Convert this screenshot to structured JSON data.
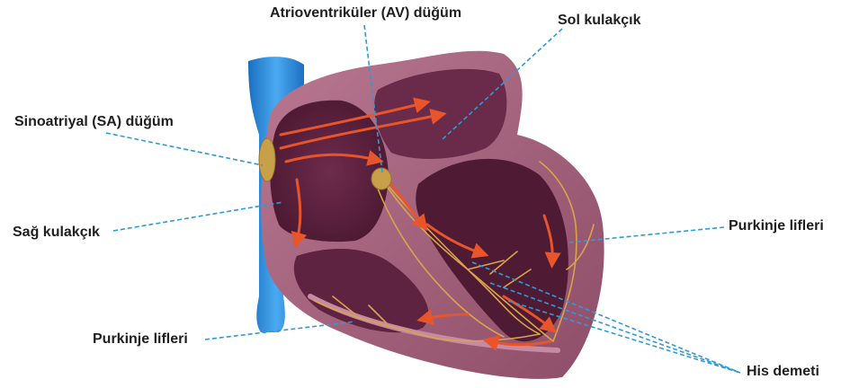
{
  "labels": {
    "av_node": "Atrioventriküler (AV) düğüm",
    "left_atrium": "Sol kulakçık",
    "sa_node": "Sinoatriyal (SA) düğüm",
    "right_atrium": "Sağ kulakçık",
    "purkinje_right": "Purkinje lifleri",
    "purkinje_left": "Purkinje lifleri",
    "his_bundle": "His demeti"
  },
  "colors": {
    "vessel": "#2f8fd8",
    "heart_outer": "#a9657f",
    "heart_inner": "#5a1f3c",
    "node": "#c9a04a",
    "arrow": "#e8552a",
    "leader": "#2e9ad6",
    "fiber": "#d9a44a"
  }
}
